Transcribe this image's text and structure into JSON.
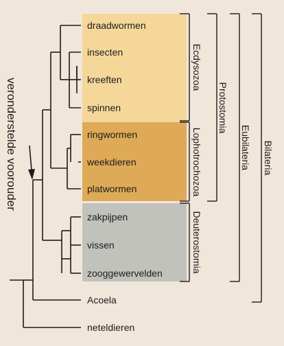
{
  "taxa": {
    "draadwormen": "draadwormen",
    "insecten": "insecten",
    "kreeften": "kreeften",
    "spinnen": "spinnen",
    "ringwormen": "ringwormen",
    "weekdieren": "weekdieren",
    "platwormen": "platwormen",
    "zakpijpen": "zakpijpen",
    "vissen": "vissen",
    "zooggewervelden": "zooggewervelden",
    "acoela": "Acoela",
    "neteldieren": "neteldieren"
  },
  "clades": {
    "ecdysozoa": "Ecdysozoa",
    "lophotrochozoa": "Lophotrochozoa",
    "deuterostomia": "Deuterostomia",
    "protostomia": "Protostomia",
    "eubilateria": "Eubilateria",
    "bilateria": "Bilateria"
  },
  "ancestor_label": "veronderstelde voorouder",
  "colors": {
    "background": "#f1e6da",
    "ecdysozoa_box": "#f6d79a",
    "lophotrochozoa_box": "#dfaa57",
    "deuterostomia_box": "#c1c2bc",
    "line": "#1c1c1c"
  }
}
